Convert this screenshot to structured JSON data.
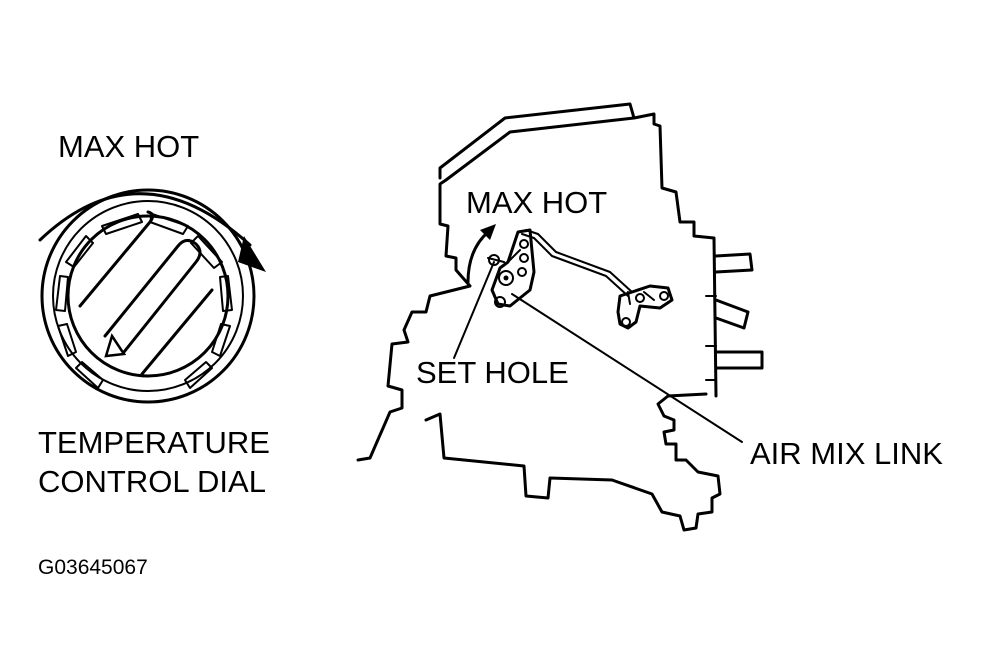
{
  "labels": {
    "dial_max_hot": "MAX HOT",
    "dial_title_line1": "TEMPERATURE",
    "dial_title_line2": "CONTROL DIAL",
    "unit_max_hot": "MAX HOT",
    "set_hole": "SET HOLE",
    "air_mix_link": "AIR MIX LINK",
    "figure_code": "G03645067"
  }
}
